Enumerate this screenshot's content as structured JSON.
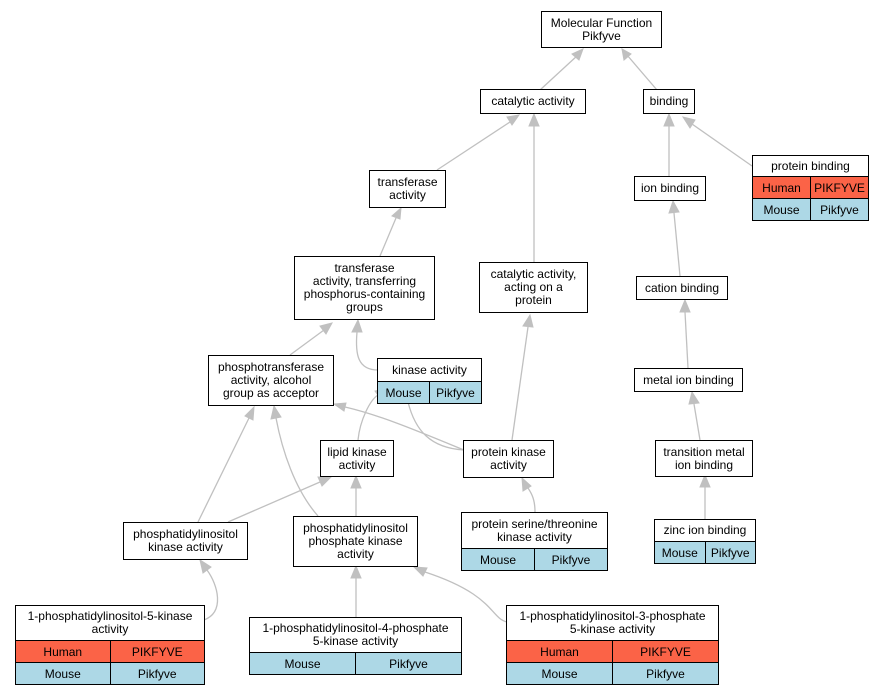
{
  "nodes": {
    "molecular_function": {
      "label": "Molecular Function\nPikfyve"
    },
    "catalytic_activity": {
      "label": "catalytic activity"
    },
    "binding": {
      "label": "binding"
    },
    "protein_binding": {
      "label": "protein binding",
      "human": [
        "Human",
        "PIKFYVE"
      ],
      "mouse": [
        "Mouse",
        "Pikfyve"
      ]
    },
    "transferase_activity": {
      "label": "transferase\nactivity"
    },
    "ion_binding": {
      "label": "ion binding"
    },
    "transferase_phosphorus": {
      "label": "transferase\nactivity, transferring\nphosphorus-containing\ngroups"
    },
    "catalytic_on_protein": {
      "label": "catalytic activity,\nacting on a\nprotein"
    },
    "cation_binding": {
      "label": "cation binding"
    },
    "phosphotransferase": {
      "label": "phosphotransferase\nactivity, alcohol\ngroup as acceptor"
    },
    "kinase_activity": {
      "label": "kinase activity",
      "mouse": [
        "Mouse",
        "Pikfyve"
      ]
    },
    "metal_ion_binding": {
      "label": "metal ion binding"
    },
    "lipid_kinase": {
      "label": "lipid kinase\nactivity"
    },
    "protein_kinase": {
      "label": "protein kinase\nactivity"
    },
    "transition_metal": {
      "label": "transition metal\nion binding"
    },
    "pi_kinase": {
      "label": "phosphatidylinositol\nkinase activity"
    },
    "pip_kinase": {
      "label": "phosphatidylinositol\nphosphate kinase\nactivity"
    },
    "ser_thr_kinase": {
      "label": "protein serine/threonine\nkinase activity",
      "mouse": [
        "Mouse",
        "Pikfyve"
      ]
    },
    "zinc_ion_binding": {
      "label": "zinc ion binding",
      "mouse": [
        "Mouse",
        "Pikfyve"
      ]
    },
    "pi5k": {
      "label": "1-phosphatidylinositol-5-kinase\nactivity",
      "human": [
        "Human",
        "PIKFYVE"
      ],
      "mouse": [
        "Mouse",
        "Pikfyve"
      ]
    },
    "pi4p5k": {
      "label": "1-phosphatidylinositol-4-phosphate\n5-kinase activity",
      "mouse": [
        "Mouse",
        "Pikfyve"
      ]
    },
    "pi3p5k": {
      "label": "1-phosphatidylinositol-3-phosphate\n5-kinase activity",
      "human": [
        "Human",
        "PIKFYVE"
      ],
      "mouse": [
        "Mouse",
        "Pikfyve"
      ]
    }
  },
  "colors": {
    "human": "#fb6347",
    "mouse": "#add8e6",
    "edge": "#c0c0c0"
  }
}
